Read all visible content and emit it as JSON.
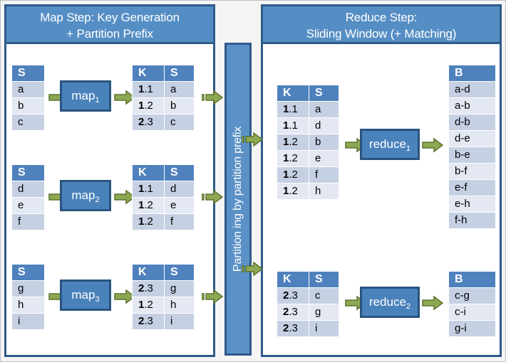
{
  "diagram": {
    "title": "MapReduce Map/Reduce step diagram",
    "colors": {
      "panel_border": "#2e5b8a",
      "header_fill": "#558ec4",
      "table_header_fill": "#4f81bd",
      "row_odd": "#c6d0e3",
      "row_even": "#e3e8f2",
      "arrow_fill": "#8ca852",
      "arrow_stroke": "#5d7330",
      "process_fill": "#4a82bb",
      "process_border": "#29547f",
      "page_bg": "#f5f5f5"
    }
  },
  "map_panel": {
    "title_line1": "Map Step: Key Generation",
    "title_line2": "+ Partition Prefix",
    "groups": [
      {
        "input": {
          "header": "S",
          "rows": [
            "a",
            "b",
            "c"
          ]
        },
        "process": {
          "name": "map",
          "sub": "1"
        },
        "output": {
          "headers": [
            "K",
            "S"
          ],
          "rows": [
            {
              "k_bold": "1",
              "k_rest": ".1",
              "s": "a"
            },
            {
              "k_bold": "1",
              "k_rest": ".2",
              "s": "b"
            },
            {
              "k_bold": "2",
              "k_rest": ".3",
              "s": "c"
            }
          ]
        }
      },
      {
        "input": {
          "header": "S",
          "rows": [
            "d",
            "e",
            "f"
          ]
        },
        "process": {
          "name": "map",
          "sub": "2"
        },
        "output": {
          "headers": [
            "K",
            "S"
          ],
          "rows": [
            {
              "k_bold": "1",
              "k_rest": ".1",
              "s": "d"
            },
            {
              "k_bold": "1",
              "k_rest": ".2",
              "s": "e"
            },
            {
              "k_bold": "1",
              "k_rest": ".2",
              "s": "f"
            }
          ]
        }
      },
      {
        "input": {
          "header": "S",
          "rows": [
            "g",
            "h",
            "i"
          ]
        },
        "process": {
          "name": "map",
          "sub": "3"
        },
        "output": {
          "headers": [
            "K",
            "S"
          ],
          "rows": [
            {
              "k_bold": "2",
              "k_rest": ".3",
              "s": "g"
            },
            {
              "k_bold": "1",
              "k_rest": ".2",
              "s": "h"
            },
            {
              "k_bold": "2",
              "k_rest": ".3",
              "s": "i"
            }
          ]
        }
      }
    ]
  },
  "partition_bar": {
    "label": "Partition ing by partition prefix"
  },
  "reduce_panel": {
    "title_line1": "Reduce Step:",
    "title_line2": "Sliding Window (+ Matching)",
    "groups": [
      {
        "input": {
          "headers": [
            "K",
            "S"
          ],
          "rows": [
            {
              "k_bold": "1",
              "k_rest": ".1",
              "s": "a"
            },
            {
              "k_bold": "1",
              "k_rest": ".1",
              "s": "d"
            },
            {
              "k_bold": "1",
              "k_rest": ".2",
              "s": "b"
            },
            {
              "k_bold": "1",
              "k_rest": ".2",
              "s": "e"
            },
            {
              "k_bold": "1",
              "k_rest": ".2",
              "s": "f"
            },
            {
              "k_bold": "1",
              "k_rest": ".2",
              "s": "h"
            }
          ]
        },
        "process": {
          "name": "reduce",
          "sub": "1"
        },
        "output": {
          "header": "B",
          "rows": [
            "a-d",
            "a-b",
            "d-b",
            "d-e",
            "b-e",
            "b-f",
            "e-f",
            "e-h",
            "f-h"
          ]
        }
      },
      {
        "input": {
          "headers": [
            "K",
            "S"
          ],
          "rows": [
            {
              "k_bold": "2",
              "k_rest": ".3",
              "s": "c"
            },
            {
              "k_bold": "2",
              "k_rest": ".3",
              "s": "g"
            },
            {
              "k_bold": "2",
              "k_rest": ".3",
              "s": "i"
            }
          ]
        },
        "process": {
          "name": "reduce",
          "sub": "2"
        },
        "output": {
          "header": "B",
          "rows": [
            "c-g",
            "c-i",
            "g-i"
          ]
        }
      }
    ]
  }
}
